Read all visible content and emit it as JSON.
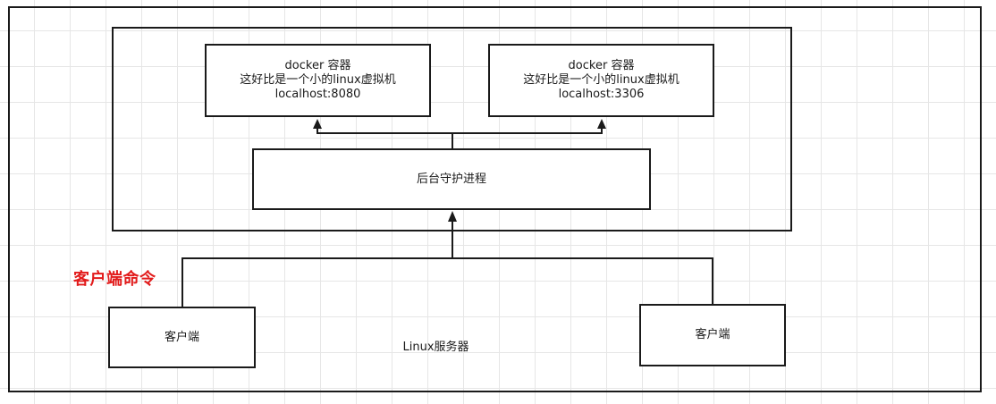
{
  "diagram": {
    "server_label": "Linux服务器",
    "client_command_label": "客户端命令",
    "daemon_label": "后台守护进程",
    "containers": [
      {
        "title": "docker 容器",
        "description": "这好比是一个小的linux虚拟机",
        "address": "localhost:8080"
      },
      {
        "title": "docker 容器",
        "description": "这好比是一个小的linux虚拟机",
        "address": "localhost:3306"
      }
    ],
    "clients": [
      {
        "label": "客户端"
      },
      {
        "label": "客户端"
      }
    ],
    "colors": {
      "line": "#1a1a1a",
      "highlight": "#e21b1b",
      "grid": "#e6e6e6"
    }
  }
}
